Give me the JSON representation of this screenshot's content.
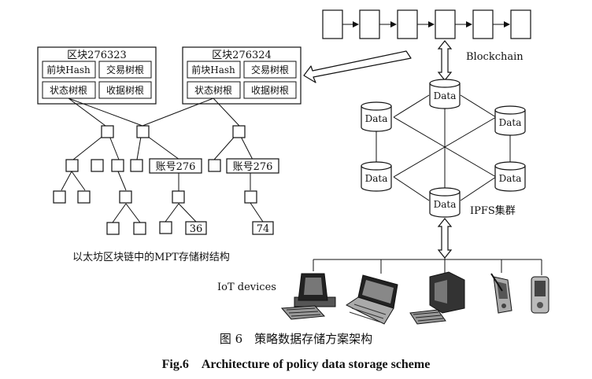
{
  "blocks": [
    {
      "title": "区块276323",
      "cells": [
        "前块Hash",
        "交易树根",
        "状态树根",
        "收据树根"
      ]
    },
    {
      "title": "区块276324",
      "cells": [
        "前块Hash",
        "交易树根",
        "状态树根",
        "收据树根"
      ]
    }
  ],
  "mpt": {
    "account_label_1": "账号276",
    "account_label_2": "账号276",
    "value_1": "36",
    "value_2": "74",
    "caption": "以太坊区块链中的MPT存储树结构"
  },
  "blockchain": {
    "label": "Blockchain"
  },
  "ipfs": {
    "node_label": "Data",
    "cluster_label": "IPFS集群"
  },
  "iot": {
    "label": "IoT devices"
  },
  "figure": {
    "caption_cn": "图 6　策略数据存储方案架构",
    "caption_en": "Fig.6　Architecture of policy data storage scheme"
  }
}
